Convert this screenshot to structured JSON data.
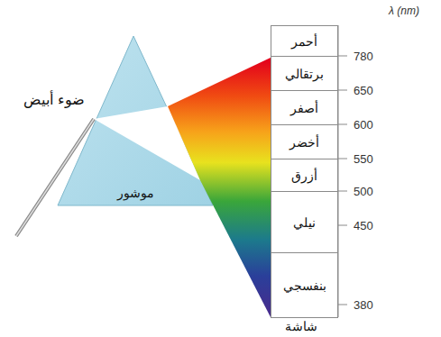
{
  "diagram": {
    "nodes": [
      {
        "text": [
          "أحمر"
        ]
      },
      {
        "text": [
          "برتقالي"
        ]
      },
      {
        "text": [
          "أصفر"
        ]
      },
      {
        "text": [
          "أخضر"
        ]
      },
      {
        "text": [
          "أزرق"
        ]
      },
      {
        "text": [
          "نيلي"
        ]
      },
      {
        "text": [
          "بنفسجي"
        ]
      }
    ],
    "labels": [
      "λ (nm)",
      "780",
      "650",
      "600",
      "550",
      "500",
      "450",
      "380",
      "ضوء أبيض",
      "موشور",
      "شاشة"
    ]
  }
}
